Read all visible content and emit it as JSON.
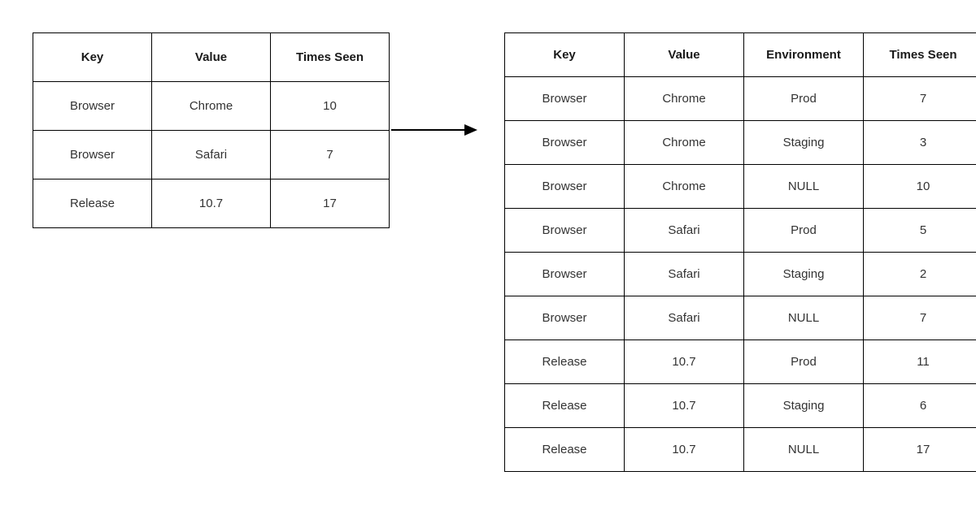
{
  "diagram": {
    "description": "table-transformation-diagram"
  },
  "source_table": {
    "columns": [
      "Key",
      "Value",
      "Times Seen"
    ],
    "rows": [
      [
        "Browser",
        "Chrome",
        "10"
      ],
      [
        "Browser",
        "Safari",
        "7"
      ],
      [
        "Release",
        "10.7",
        "17"
      ]
    ]
  },
  "result_table": {
    "columns": [
      "Key",
      "Value",
      "Environment",
      "Times Seen"
    ],
    "rows": [
      [
        "Browser",
        "Chrome",
        "Prod",
        "7"
      ],
      [
        "Browser",
        "Chrome",
        "Staging",
        "3"
      ],
      [
        "Browser",
        "Chrome",
        "NULL",
        "10"
      ],
      [
        "Browser",
        "Safari",
        "Prod",
        "5"
      ],
      [
        "Browser",
        "Safari",
        "Staging",
        "2"
      ],
      [
        "Browser",
        "Safari",
        "NULL",
        "7"
      ],
      [
        "Release",
        "10.7",
        "Prod",
        "11"
      ],
      [
        "Release",
        "10.7",
        "Staging",
        "6"
      ],
      [
        "Release",
        "10.7",
        "NULL",
        "17"
      ]
    ]
  },
  "null_token": "NULL",
  "colors": {
    "border": "#000000",
    "text": "#333333",
    "header_text": "#1a1a1a",
    "null_text": "#d9d9d9",
    "background": "#ffffff",
    "arrow": "#000000"
  }
}
